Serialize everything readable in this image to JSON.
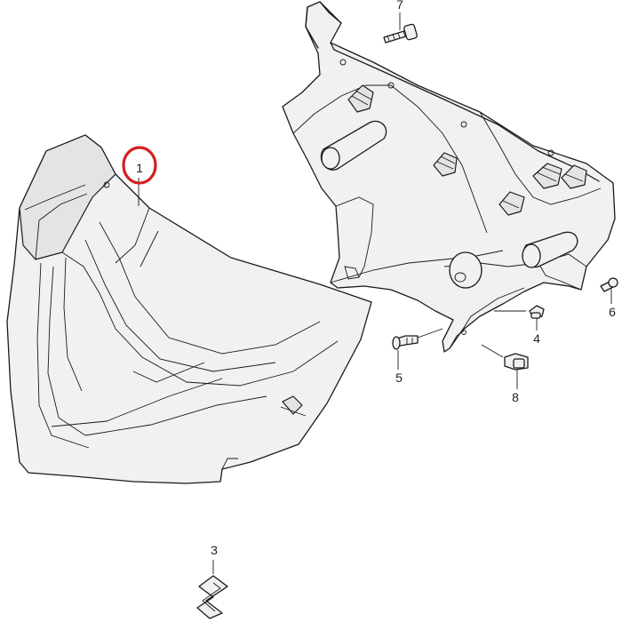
{
  "diagram": {
    "highlight_color": "#d42020",
    "line_color": "#1a1a1a",
    "parts": [
      {
        "key": "front_cover",
        "label": "1"
      },
      {
        "key": "emblem",
        "label": "3"
      },
      {
        "key": "screw_4",
        "label": "4"
      },
      {
        "key": "screw_5",
        "label": "5"
      },
      {
        "key": "screw_6",
        "label": "6"
      },
      {
        "key": "bolt_7",
        "label": "7"
      },
      {
        "key": "bolt_8",
        "label": "8"
      }
    ]
  }
}
